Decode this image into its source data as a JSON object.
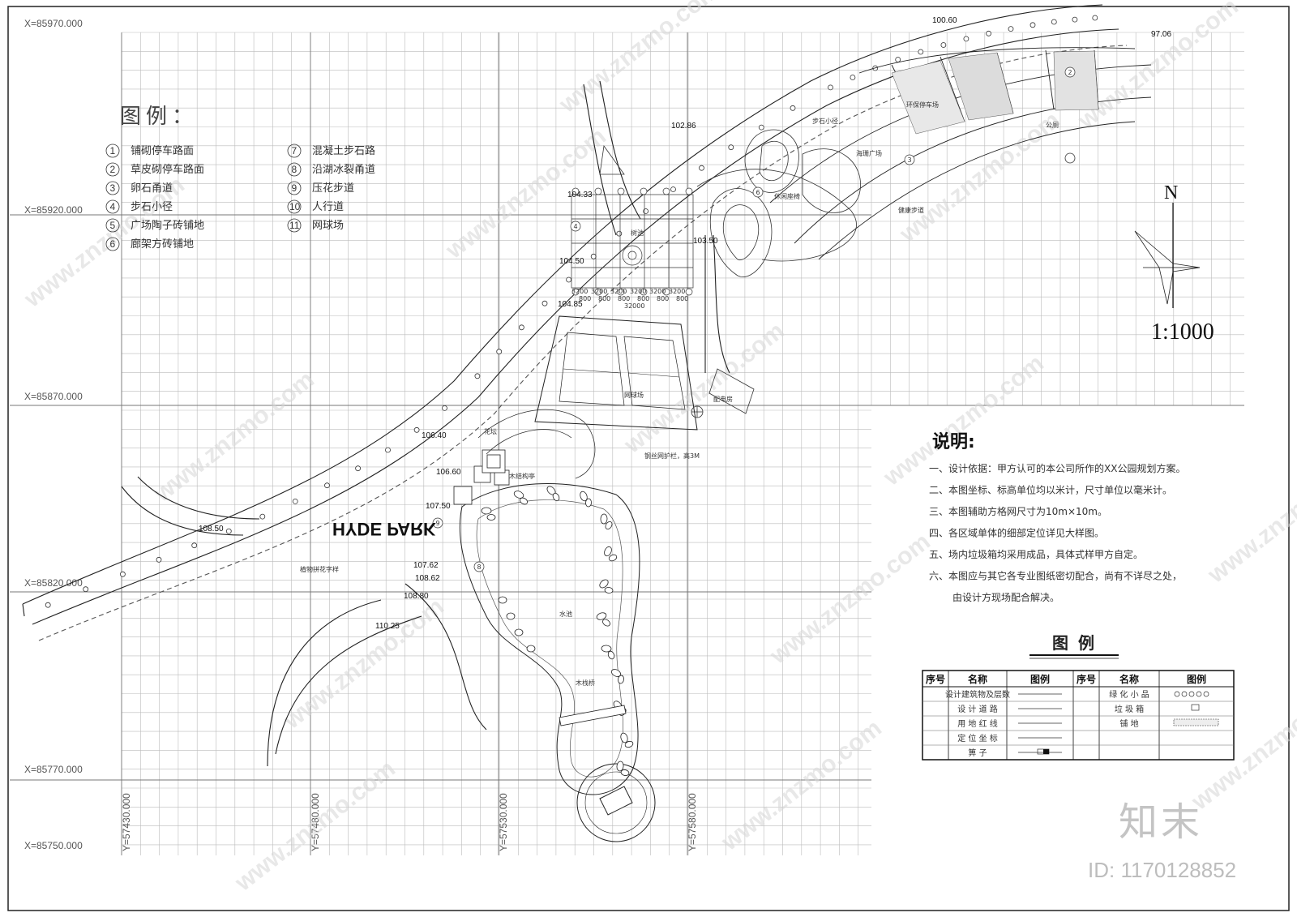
{
  "coordinates": {
    "x_labels": [
      "X=85970.000",
      "X=85920.000",
      "X=85870.000",
      "X=85820.000",
      "X=85770.000",
      "X=85750.000"
    ],
    "y_labels": [
      "Y=57430.000",
      "Y=57480.000",
      "Y=57530.000",
      "Y=57580.000"
    ]
  },
  "legend": {
    "title": "图例：",
    "left_items": [
      {
        "num": "1",
        "label": "铺砌停车路面"
      },
      {
        "num": "2",
        "label": "草皮砌停车路面"
      },
      {
        "num": "3",
        "label": "卵石甬道"
      },
      {
        "num": "4",
        "label": "步石小径"
      },
      {
        "num": "5",
        "label": "广场陶子砖铺地"
      },
      {
        "num": "6",
        "label": "廊架方砖铺地"
      }
    ],
    "right_items": [
      {
        "num": "7",
        "label": "混凝土步石路"
      },
      {
        "num": "8",
        "label": "沿湖冰裂甬道"
      },
      {
        "num": "9",
        "label": "压花步道"
      },
      {
        "num": "10",
        "label": "人行道"
      },
      {
        "num": "11",
        "label": "网球场"
      }
    ]
  },
  "north": {
    "letter": "N",
    "scale": "1:1000"
  },
  "notes": {
    "title": "说明:",
    "lines": [
      "一、设计依据：甲方认可的本公司所作的XX公园规划方案。",
      "二、本图坐标、标高单位均以米计，尺寸单位以毫米计。",
      "三、本图辅助方格网尺寸为10m×10m。",
      "四、各区域单体的细部定位详见大样图。",
      "五、场内垃圾箱均采用成品，具体式样甲方自定。",
      "六、本图应与其它各专业图纸密切配合，尚有不详尽之处，",
      "由设计方现场配合解决。"
    ]
  },
  "symbol_table": {
    "title": "图例",
    "headers": [
      "序号",
      "名称",
      "图例",
      "序号",
      "名称",
      "图例"
    ],
    "left_rows": [
      "设计建筑物及层数",
      "设 计 道 路",
      "用 地 红 线",
      "定 位 坐 标",
      "箅 子"
    ],
    "right_rows": [
      "绿 化 小 品",
      "垃 圾 箱",
      "铺 地"
    ]
  },
  "plan": {
    "park_name": "HYDE PARK",
    "elevations": [
      "100.60",
      "97.06",
      "102.86",
      "104.33",
      "104.50",
      "103.50",
      "104.85",
      "106.40",
      "106.60",
      "107.50",
      "108.50",
      "107.62",
      "108.62",
      "108.80",
      "110.25"
    ],
    "labels": [
      "树池",
      "网球场",
      "花坛",
      "木结构亭",
      "水池",
      "木栈桥",
      "配电房",
      "休闲座椅",
      "海珊广场",
      "步石小径",
      "环保停车场",
      "公厕",
      "健康步道",
      "植物拼花字样",
      "钢丝网护栏，高3M"
    ],
    "dimensions": [
      "3200",
      "800",
      "32000"
    ],
    "circle_marks": [
      "2",
      "3",
      "4",
      "6",
      "8",
      "9"
    ]
  },
  "branding": {
    "logo_text": "知末",
    "id_text": "ID: 1170128852",
    "watermark": "www.znzmo.com"
  }
}
